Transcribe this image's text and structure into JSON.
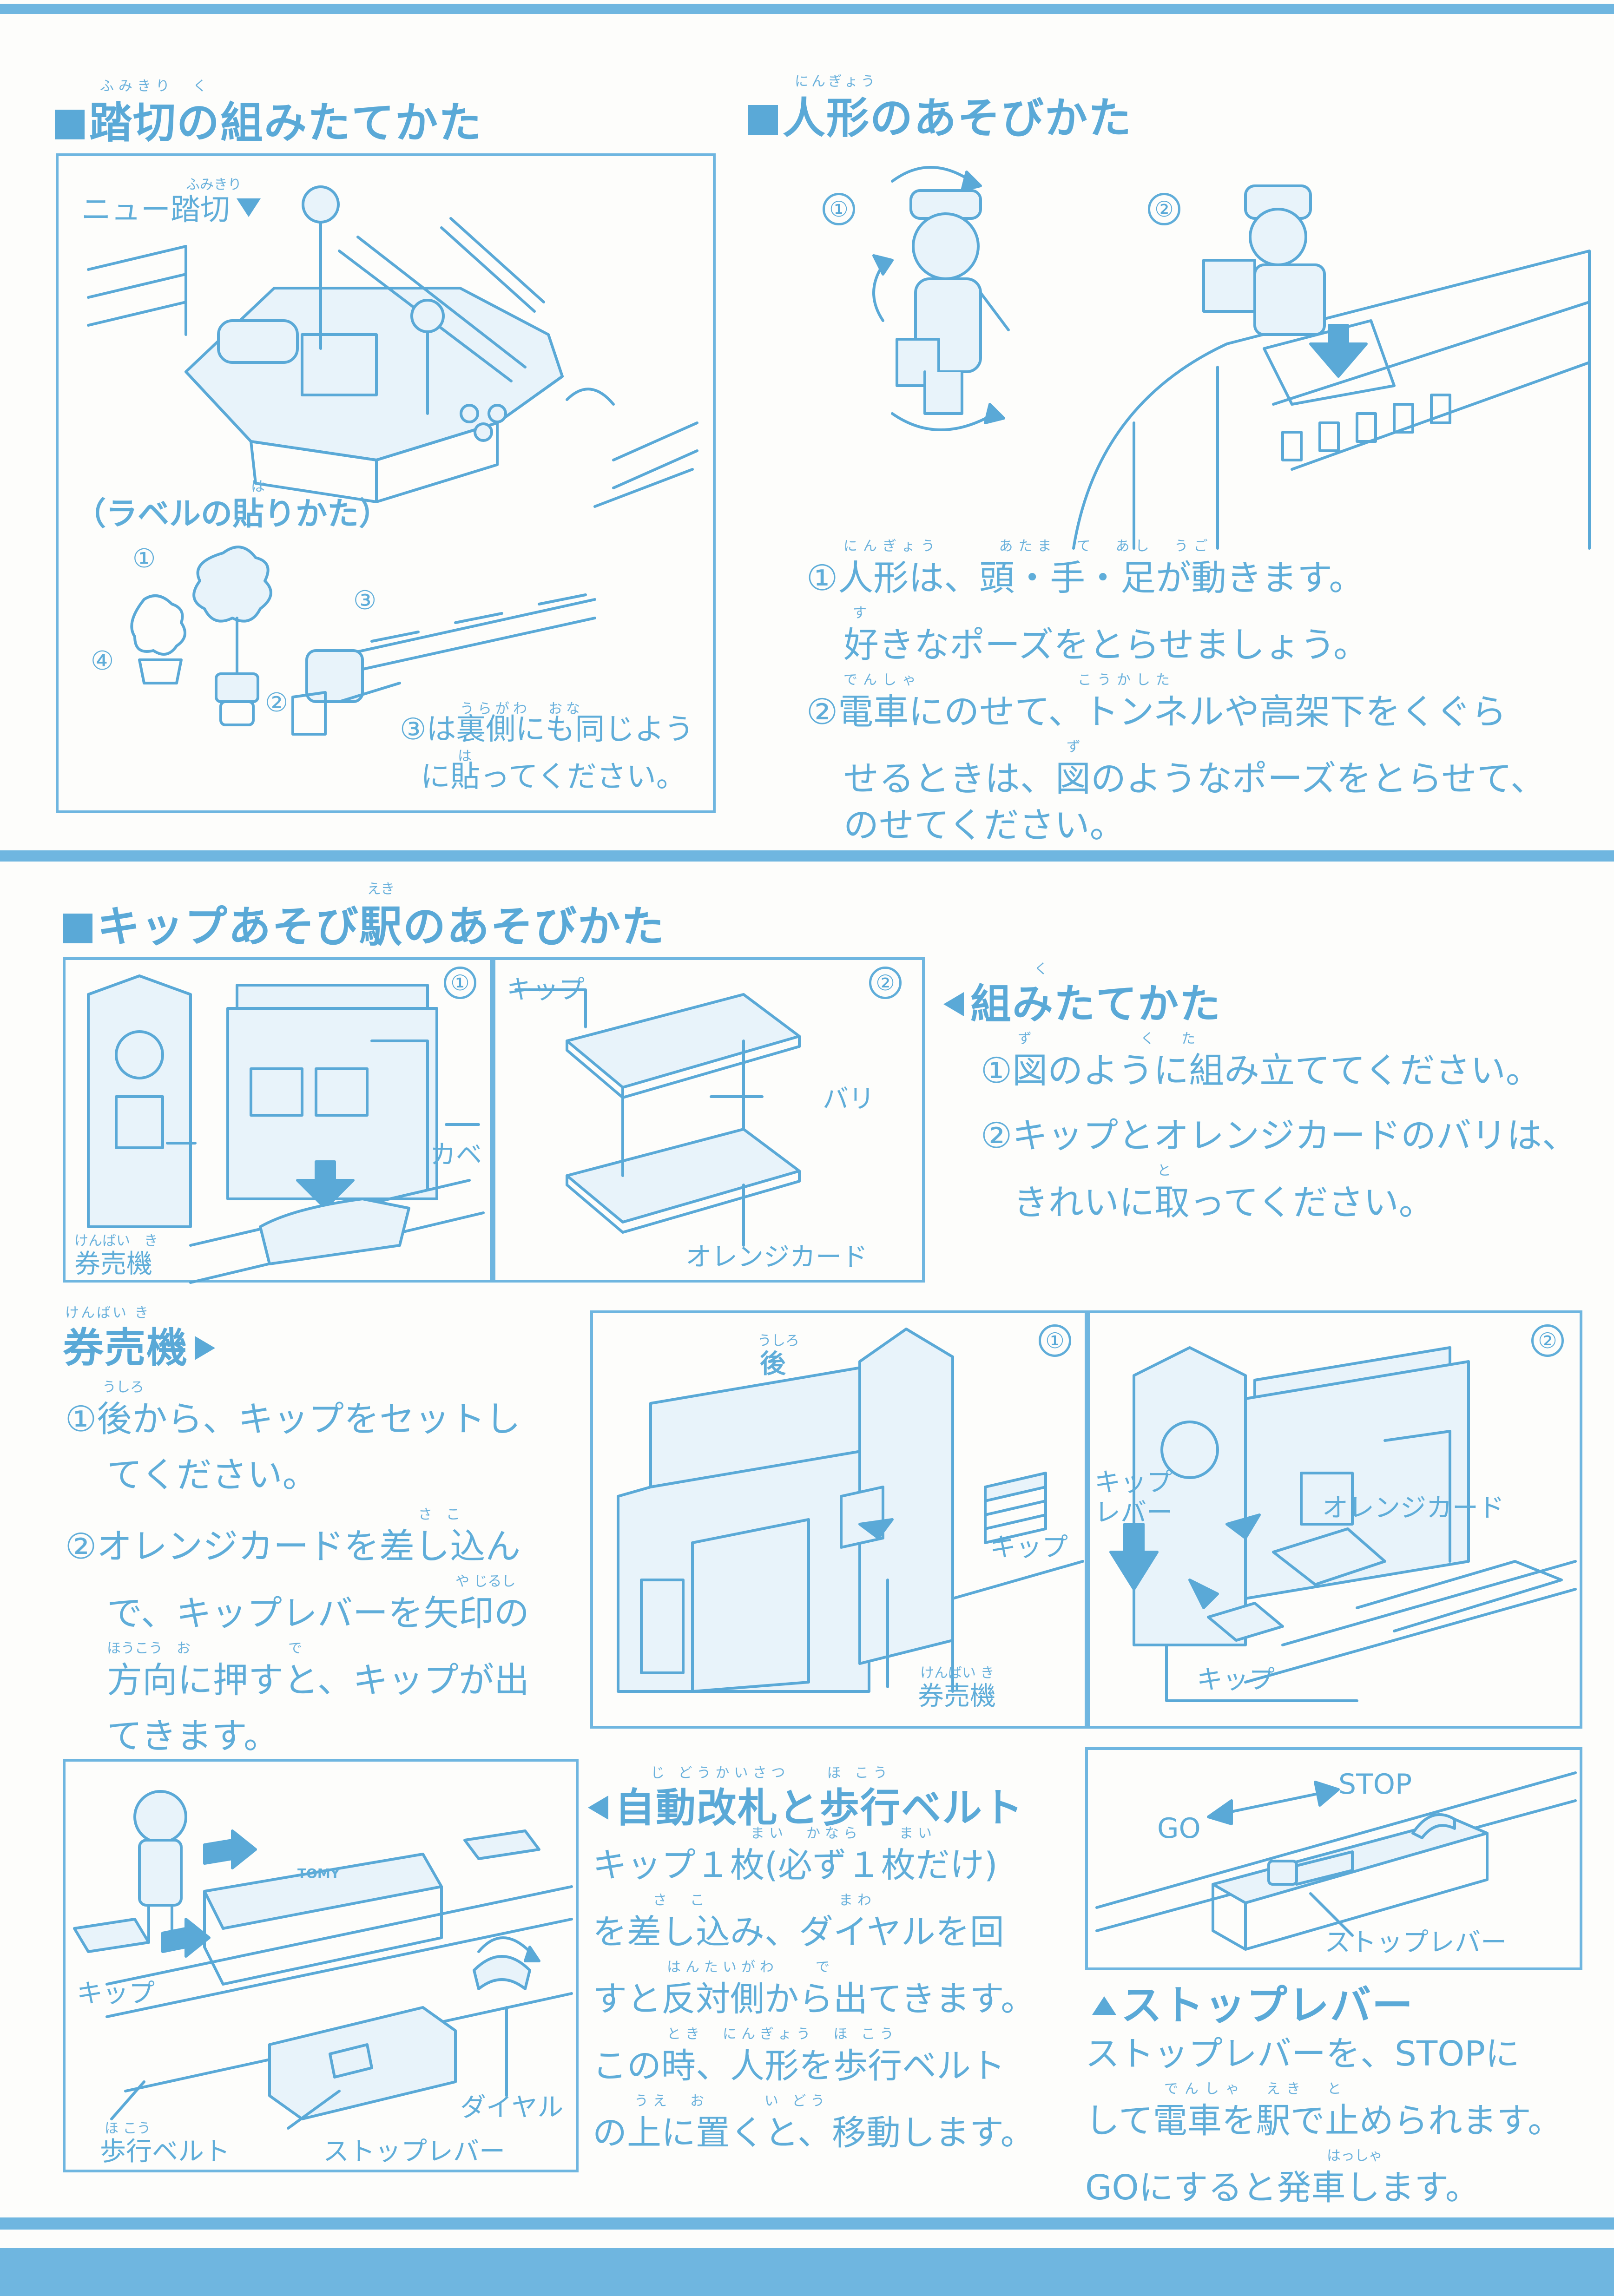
{
  "colors": {
    "accent": "#5aa9d7",
    "band": "#6fb6e0",
    "paper": "#fdfdfb"
  },
  "railroad": {
    "title": "踏切の組みたてかた",
    "ruby": "ふみきり　く",
    "new_crossing": "ニュー踏切",
    "new_crossing_ruby": "ふみきり",
    "label_title": "（ラベルの貼りかた）",
    "label_title_ruby": "は",
    "n1": "①",
    "n2": "②",
    "n3": "③",
    "n4": "④",
    "note_line1": "③は裏側にも同じよう",
    "note_line1_ruby": "うらがわ　おな",
    "note_line2": "に貼ってください。",
    "note_line2_ruby": "は"
  },
  "figure": {
    "title": "人形のあそびかた",
    "ruby": "にんぎょう",
    "n1": "①",
    "n2": "②",
    "text": [
      {
        "line": "①人形は、頭・手・足が動きます。",
        "ruby": "にんぎょう　　　あたま　て　あし　うご"
      },
      {
        "line": "好きなポーズをとらせましょう。",
        "ruby": "す"
      },
      {
        "line": "②電車にのせて、トンネルや高架下をくぐら",
        "ruby": "でんしゃ　　　　　　　　こうかした"
      },
      {
        "line": "せるときは、図のようなポーズをとらせて、",
        "ruby": "ず"
      },
      {
        "line": "のせてください。",
        "ruby": ""
      }
    ]
  },
  "station": {
    "title": "キップあそび駅のあそびかた",
    "ruby": "えき",
    "panel1": {
      "num": "①",
      "wall": "カベ",
      "machine": "券売機",
      "machine_ruby": "けんばい　き"
    },
    "panel2": {
      "num": "②",
      "ticket": "キップ",
      "burr": "バリ",
      "card": "オレンジカード"
    },
    "assembly": {
      "title": "組みたてかた",
      "ruby": "く",
      "text": [
        {
          "line": "①図のように組み立ててください。",
          "ruby": "ず　　　　　く　た"
        },
        {
          "line": "②キップとオレンジカードのバリは、",
          "ruby": ""
        },
        {
          "line": "きれいに取ってください。",
          "ruby": "と"
        }
      ]
    }
  },
  "ticket_machine": {
    "title": "券売機",
    "ruby": "けんばい き",
    "text": [
      {
        "line": "①後から、キップをセットし",
        "ruby": "うしろ"
      },
      {
        "line": "てください。",
        "ruby": ""
      },
      {
        "line": "②オレンジカードを差し込ん",
        "ruby": "さ　こ"
      },
      {
        "line": "で、キップレバーを矢印の",
        "ruby": "や じるし"
      },
      {
        "line": "方向に押すと、キップが出",
        "ruby": "ほうこう　お　　　　　　　で"
      },
      {
        "line": "てきます。",
        "ruby": ""
      }
    ],
    "panel1": {
      "num": "①",
      "back": "後",
      "back_ruby": "うしろ",
      "ticket": "キップ",
      "machine": "券売機",
      "machine_ruby": "けんばい き"
    },
    "panel2": {
      "num": "②",
      "lever1": "キップ",
      "lever2": "レバー",
      "card": "オレンジカード",
      "ticket": "キップ"
    }
  },
  "gate": {
    "title": "自動改札と歩行ベルト",
    "ruby": "じ どうかいさつ　　ほ こう",
    "text": [
      {
        "line": "キップ１枚(必ず１枚だけ)",
        "ruby": "まい　かなら　　まい"
      },
      {
        "line": "を差し込み、ダイヤルを回",
        "ruby": "さ　こ　　　　　　　まわ"
      },
      {
        "line": "すと反対側から出てきます。",
        "ruby": "はんたいがわ　　で"
      },
      {
        "line": "この時、人形を歩行ベルト",
        "ruby": "とき　にんぎょう　ほ こう"
      },
      {
        "line": "の上に置くと、移動します。",
        "ruby": "うえ　お　　　い どう"
      }
    ],
    "labels": {
      "ticket": "キップ",
      "dial": "ダイヤル",
      "belt": "歩行ベルト",
      "belt_ruby": "ほ こう",
      "stop_lever": "ストップレバー",
      "tomy": "TOMY"
    }
  },
  "stop": {
    "title": "ストップレバー",
    "go": "GO",
    "stop": "STOP",
    "lever": "ストップレバー",
    "text": [
      {
        "line": "ストップレバーを、STOPに",
        "ruby": ""
      },
      {
        "line": "して電車を駅で止められます。",
        "ruby": "でんしゃ　えき　と"
      },
      {
        "line": "GOにすると発車します。",
        "ruby": "はっしゃ"
      }
    ]
  }
}
